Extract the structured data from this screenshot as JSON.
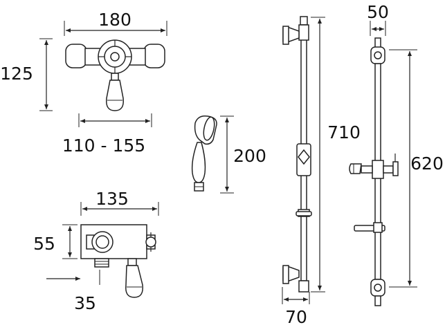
{
  "dimensions": {
    "valve_width": "180",
    "valve_height": "125",
    "valve_centres": "110 - 155",
    "valve_side_width": "135",
    "valve_side_height": "55",
    "outlet_offset": "35",
    "handset_length": "200",
    "rail_length": "710",
    "rail_projection": "70",
    "rail_front_width": "50",
    "rail_bracket_centres": "620"
  }
}
